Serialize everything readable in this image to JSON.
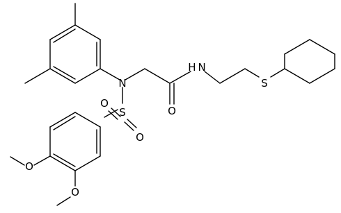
{
  "molecule": {
    "atoms": {
      "n_amine": "N",
      "n_amide": "H N",
      "o_carbonyl": "O",
      "s_sulfonyl": "S",
      "o_sulfonyl_left": "O",
      "o_sulfonyl_right": "O",
      "s_thioether": "S",
      "o_methoxy_top": "O",
      "o_methoxy_bottom": "O"
    },
    "colors": {
      "bond": "#000000",
      "label": "#000000",
      "background": "#ffffff"
    }
  }
}
